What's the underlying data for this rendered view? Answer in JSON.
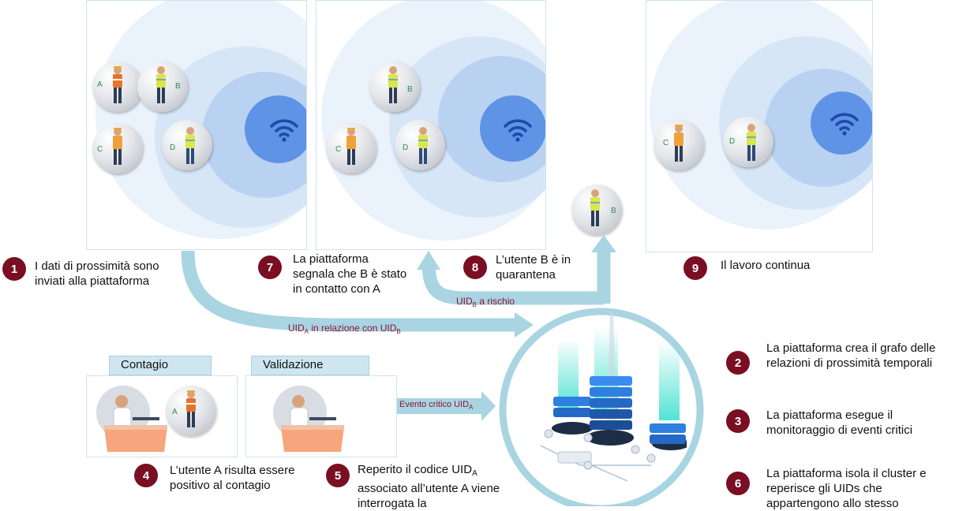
{
  "steps": {
    "s1": {
      "num": "1",
      "text": "I dati di prossimità sono inviati alla piattaforma"
    },
    "s2": {
      "num": "2",
      "text": "La piattaforma crea il grafo delle relazioni di prossimità temporali"
    },
    "s3": {
      "num": "3",
      "text": "La piattaforma esegue il monitoraggio di eventi critici"
    },
    "s4": {
      "num": "4",
      "text": "L’utente A risulta essere positivo al contagio"
    },
    "s5": {
      "num": "5",
      "text_pre": "Reperito il codice UID",
      "text_sub": "A",
      "text_post": "associato all’utente A viene interrogata la"
    },
    "s6": {
      "num": "6",
      "text": "La piattaforma isola il cluster e reperisce gli UIDs che appartengono allo stesso"
    },
    "s7": {
      "num": "7",
      "text": "La piattaforma segnala che B è stato in contatto con A"
    },
    "s8": {
      "num": "8",
      "text": "L’utente B è in quarantena"
    },
    "s9": {
      "num": "9",
      "text": "Il lavoro continua"
    }
  },
  "flows": {
    "uid_relation": {
      "pre": "UID",
      "sub_a": "A",
      "mid": " in relazione con UID",
      "sub_b": "B"
    },
    "uid_risk": {
      "pre": "UID",
      "sub": "B",
      "post": " a rischio"
    },
    "critical_event": {
      "pre": "Evento critico UID",
      "sub": "A"
    }
  },
  "boxes": {
    "contagio": "Contagio",
    "validazione": "Validazione"
  },
  "workers": {
    "a": "A",
    "b": "B",
    "c": "C",
    "d": "D"
  },
  "colors": {
    "step_badge": "#7a0e22",
    "flow_label": "#8b1535",
    "arrow": "#a9d4e2",
    "signal_blue": "#2e6bd6"
  }
}
